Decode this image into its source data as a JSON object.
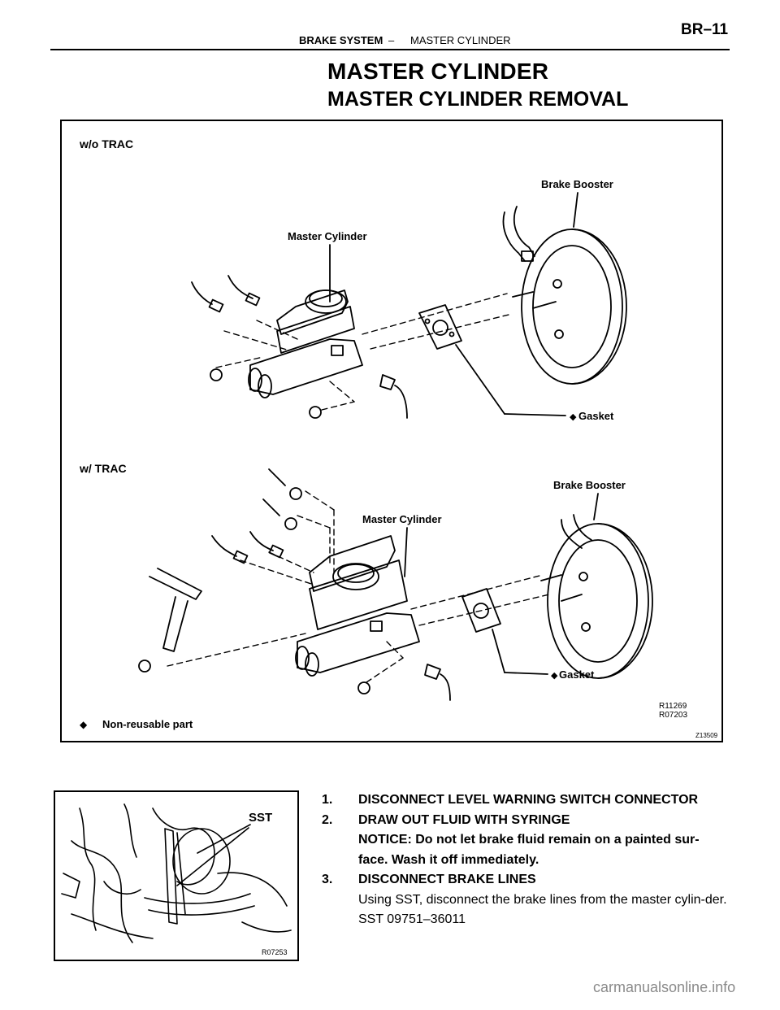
{
  "header": {
    "section": "BRAKE SYSTEM",
    "separator": "–",
    "subsection": "MASTER CYLINDER",
    "page": "BR–11"
  },
  "title": "MASTER CYLINDER",
  "subtitle": "MASTER CYLINDER REMOVAL",
  "figure1": {
    "wo_trac_label": "w/o TRAC",
    "w_trac_label": "w/ TRAC",
    "brake_booster_label": "Brake Booster",
    "master_cylinder_label": "Master Cylinder",
    "gasket_label": "Gasket",
    "legend_symbol": "◆",
    "legend_text": "Non-reusable part",
    "ref_code_1": "R11269",
    "ref_code_2": "R07203",
    "fig_code": "Z13509"
  },
  "figure2": {
    "sst_label": "SST",
    "fig_code": "R07253"
  },
  "steps": [
    {
      "num": "1.",
      "title": "DISCONNECT LEVEL WARNING SWITCH CONNECTOR"
    },
    {
      "num": "2.",
      "title": "DRAW OUT FLUID WITH SYRINGE",
      "notice": "NOTICE: Do not let brake fluid remain on a painted sur-face. Wash it off immediately."
    },
    {
      "num": "3.",
      "title": "DISCONNECT BRAKE LINES",
      "body": "Using SST, disconnect the brake lines from the master cylin-der.",
      "sst": "SST  09751–36011"
    }
  ],
  "watermark": "carmanualsonline.info"
}
